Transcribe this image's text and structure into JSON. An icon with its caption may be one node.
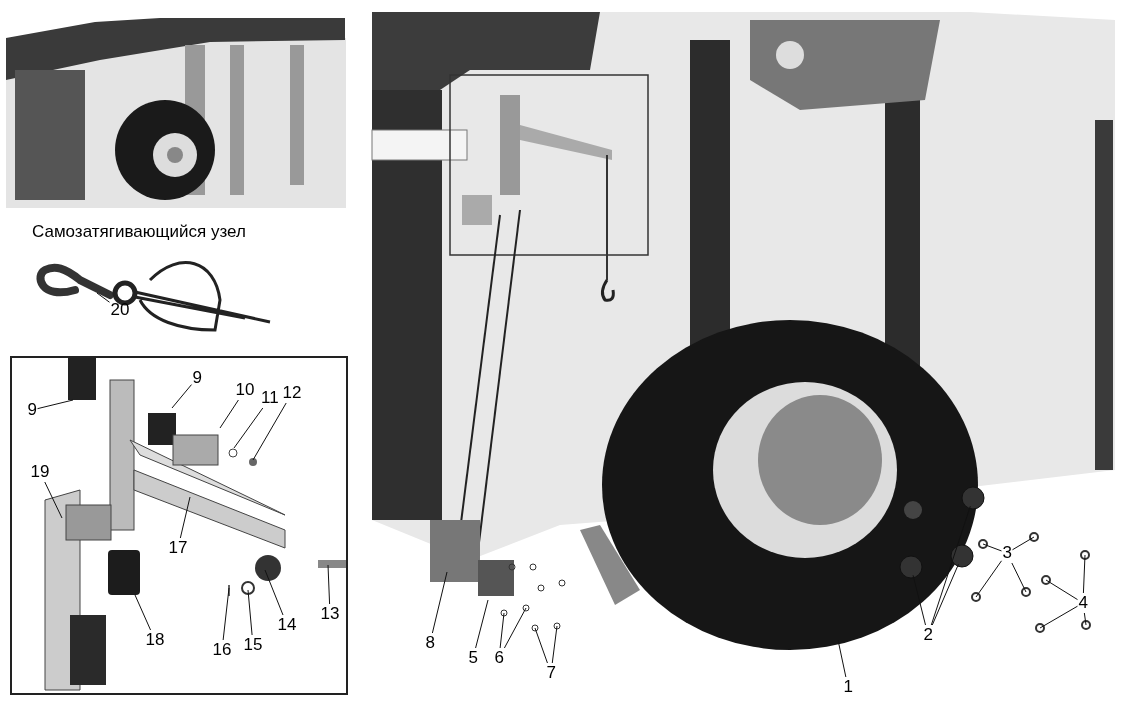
{
  "diagram": {
    "nodes": [
      {
        "text": [
          "20"
        ]
      },
      {
        "text": [
          "9"
        ]
      },
      {
        "text": [
          "9"
        ]
      },
      {
        "text": [
          "10"
        ]
      },
      {
        "text": [
          "11"
        ]
      },
      {
        "text": [
          "12"
        ]
      },
      {
        "text": [
          "19"
        ]
      },
      {
        "text": [
          "17"
        ]
      },
      {
        "text": [
          "13"
        ]
      },
      {
        "text": [
          "18"
        ]
      },
      {
        "text": [
          "14"
        ]
      },
      {
        "text": [
          "16"
        ]
      },
      {
        "text": [
          "15"
        ]
      },
      {
        "text": [
          "8"
        ]
      },
      {
        "text": [
          "5"
        ]
      },
      {
        "text": [
          "6"
        ]
      },
      {
        "text": [
          "7"
        ]
      },
      {
        "text": [
          "1"
        ]
      },
      {
        "text": [
          "2"
        ]
      },
      {
        "text": [
          "3"
        ]
      },
      {
        "text": [
          "4"
        ]
      },
      {
        "text": [],
        "shape": "circle"
      },
      {
        "text": [],
        "shape": "circle"
      },
      {
        "text": [],
        "shape": "circle"
      }
    ],
    "edges": [
      {
        "from": 0,
        "to": null,
        "arrow": "none"
      },
      {
        "from": 1,
        "to": null,
        "arrow": "none"
      },
      {
        "from": 2,
        "to": null,
        "arrow": "none"
      },
      {
        "from": 3,
        "to": null,
        "arrow": "none"
      },
      {
        "from": 4,
        "to": null,
        "arrow": "none"
      },
      {
        "from": 5,
        "to": null,
        "arrow": "none"
      },
      {
        "from": 6,
        "to": null,
        "arrow": "none"
      },
      {
        "from": 7,
        "to": null,
        "arrow": "none"
      },
      {
        "from": 8,
        "to": null,
        "arrow": "none"
      },
      {
        "from": 9,
        "to": null,
        "arrow": "none"
      },
      {
        "from": 10,
        "to": null,
        "arrow": "none"
      },
      {
        "from": 11,
        "to": null,
        "arrow": "none"
      },
      {
        "from": 12,
        "to": null,
        "arrow": "none"
      },
      {
        "from": 13,
        "to": null,
        "arrow": "none"
      },
      {
        "from": 14,
        "to": null,
        "arrow": "none"
      },
      {
        "from": 15,
        "to": null,
        "arrow": "none"
      },
      {
        "from": 15,
        "to": null,
        "arrow": "none"
      },
      {
        "from": 16,
        "to": null,
        "arrow": "none"
      },
      {
        "from": 16,
        "to": null,
        "arrow": "none"
      },
      {
        "from": 17,
        "to": null,
        "arrow": "none"
      },
      {
        "from": 18,
        "to": 21,
        "arrow": "none"
      },
      {
        "from": 18,
        "to": 22,
        "arrow": "none"
      },
      {
        "from": 18,
        "to": 23,
        "arrow": "none"
      },
      {
        "from": 19,
        "to": null,
        "arrow": "none"
      },
      {
        "from": 19,
        "to": null,
        "arrow": "none"
      },
      {
        "from": 19,
        "to": null,
        "arrow": "none"
      },
      {
        "from": 19,
        "to": null,
        "arrow": "none"
      },
      {
        "from": 20,
        "to": null,
        "arrow": "none"
      },
      {
        "from": 20,
        "to": null,
        "arrow": "none"
      },
      {
        "from": 20,
        "to": null,
        "arrow": "none"
      },
      {
        "from": 20,
        "to": null,
        "arrow": "none"
      }
    ],
    "labels": [
      "Самозатягивающийся узел"
    ]
  }
}
